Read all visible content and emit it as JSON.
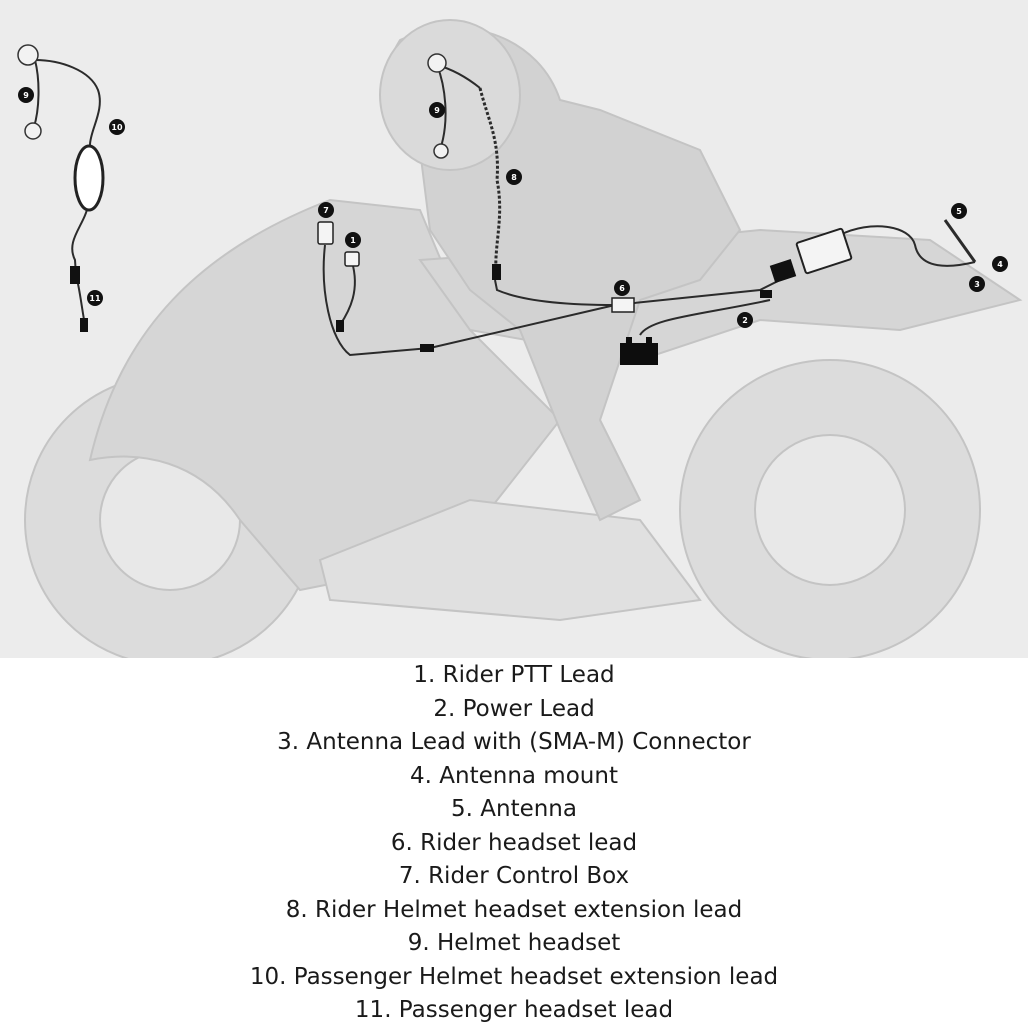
{
  "colors": {
    "background": "#ececec",
    "silhouette": "#d6d6d6",
    "wire": "#2b2b2b",
    "badge": "#111111"
  },
  "callouts": [
    {
      "id": "1",
      "label": "1"
    },
    {
      "id": "2",
      "label": "2"
    },
    {
      "id": "3",
      "label": "3"
    },
    {
      "id": "4",
      "label": "4"
    },
    {
      "id": "5",
      "label": "5"
    },
    {
      "id": "6",
      "label": "6"
    },
    {
      "id": "7",
      "label": "7"
    },
    {
      "id": "8",
      "label": "8"
    },
    {
      "id": "9a",
      "label": "9"
    },
    {
      "id": "9b",
      "label": "9"
    },
    {
      "id": "10",
      "label": "10"
    },
    {
      "id": "11",
      "label": "11"
    }
  ],
  "legend": [
    "1. Rider PTT Lead",
    "2. Power Lead",
    "3. Antenna Lead with (SMA-M) Connector",
    "4. Antenna mount",
    "5. Antenna",
    "6. Rider headset lead",
    "7. Rider Control Box",
    "8. Rider Helmet headset extension lead",
    "9. Helmet headset",
    "10. Passenger Helmet headset extension lead",
    "11. Passenger headset lead"
  ]
}
